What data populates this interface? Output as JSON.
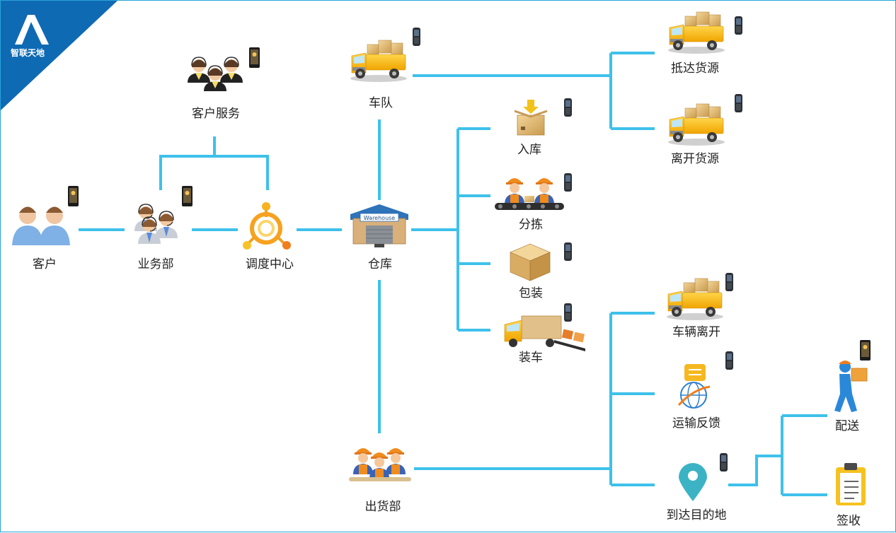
{
  "brand": {
    "name": "智联天地",
    "accent": "#0f6ab4",
    "line_color": "#3ec1ea"
  },
  "nodes": {
    "customer": {
      "label": "客户",
      "icon": "customer-icon"
    },
    "sales": {
      "label": "业务部",
      "icon": "sales-staff-icon"
    },
    "service": {
      "label": "客户服务",
      "icon": "customer-service-icon"
    },
    "dispatch": {
      "label": "调度中心",
      "icon": "dispatch-center-icon"
    },
    "warehouse": {
      "label": "仓库",
      "icon": "warehouse-icon",
      "sign": "Warehouse"
    },
    "fleet": {
      "label": "车队",
      "icon": "truck-icon"
    },
    "arrive_source": {
      "label": "抵达货源",
      "icon": "truck-icon"
    },
    "leave_source": {
      "label": "离开货源",
      "icon": "truck-icon"
    },
    "inbound": {
      "label": "入库",
      "icon": "inbound-box-icon"
    },
    "sorting": {
      "label": "分拣",
      "icon": "sorting-conveyor-icon"
    },
    "packing": {
      "label": "包装",
      "icon": "package-box-icon"
    },
    "loading": {
      "label": "装车",
      "icon": "loading-truck-icon"
    },
    "shipping": {
      "label": "出货部",
      "icon": "workers-icon"
    },
    "vehicle_leave": {
      "label": "车辆离开",
      "icon": "truck-icon"
    },
    "transport_feedback": {
      "label": "运输反馈",
      "icon": "globe-feedback-icon"
    },
    "destination": {
      "label": "到达目的地",
      "icon": "map-pin-icon"
    },
    "delivery": {
      "label": "配送",
      "icon": "courier-icon"
    },
    "signoff": {
      "label": "签收",
      "icon": "clipboard-icon"
    }
  }
}
